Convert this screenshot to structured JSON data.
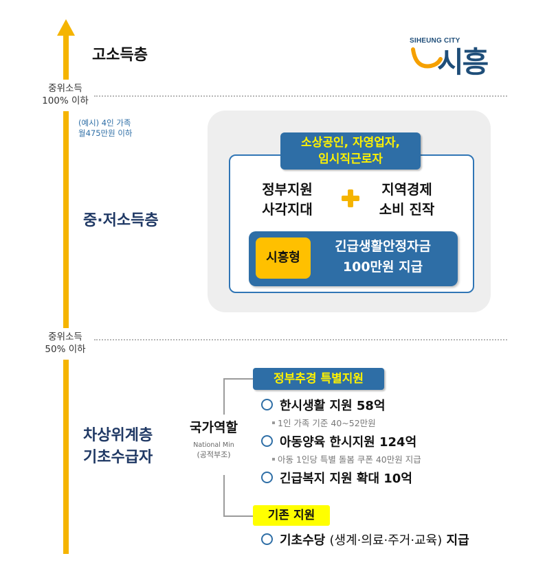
{
  "axis": {
    "top_tier": "고소득층",
    "threshold_100": [
      "중위소득",
      "100% 이하"
    ],
    "threshold_50": [
      "중위소득",
      "50% 이하"
    ],
    "example": [
      "(예시) 4인 가족",
      "월475만원 이하"
    ],
    "middle_tier": "중·저소득층",
    "low_tier": [
      "차상위계층",
      "기초수급자"
    ],
    "arrow_color": "#f5b400"
  },
  "logo": {
    "small": "SIHEUNG CITY",
    "big": "시흥"
  },
  "middle_panel": {
    "target_banner": [
      "소상공인, 자영업자,",
      "임시직근로자"
    ],
    "left_text": [
      "정부지원",
      "사각지대"
    ],
    "plus": "+",
    "right_text": [
      "지역경제",
      "소비 진작"
    ],
    "tag": "시흥형",
    "benefit": [
      "긴급생활안정자금",
      "100만원 지급"
    ]
  },
  "low_section": {
    "national_role": "국가역할",
    "national_en": "National Min",
    "national_paren": "(공적부조)",
    "gov_banner": "정부추경 특별지원",
    "items": [
      {
        "text": "한시생활 지원 58억",
        "sub": "1인 가족 기준 40~52만원"
      },
      {
        "text": "아동양육 한시지원 124억",
        "sub": "아동 1인당 특별 돌봄 쿠폰 40만원 지급"
      },
      {
        "text": "긴급복지 지원 확대 10억"
      }
    ],
    "existing_banner": "기존 지원",
    "existing_item": {
      "pre": "기초수당",
      "paren": "(생계·의료·주거·교육)",
      "post": "지급"
    }
  },
  "colors": {
    "navy": "#1f3864",
    "blue": "#2e6ea6",
    "yellow_text": "#fff200",
    "tag_yellow": "#ffc000",
    "highlight": "#ffff00"
  }
}
